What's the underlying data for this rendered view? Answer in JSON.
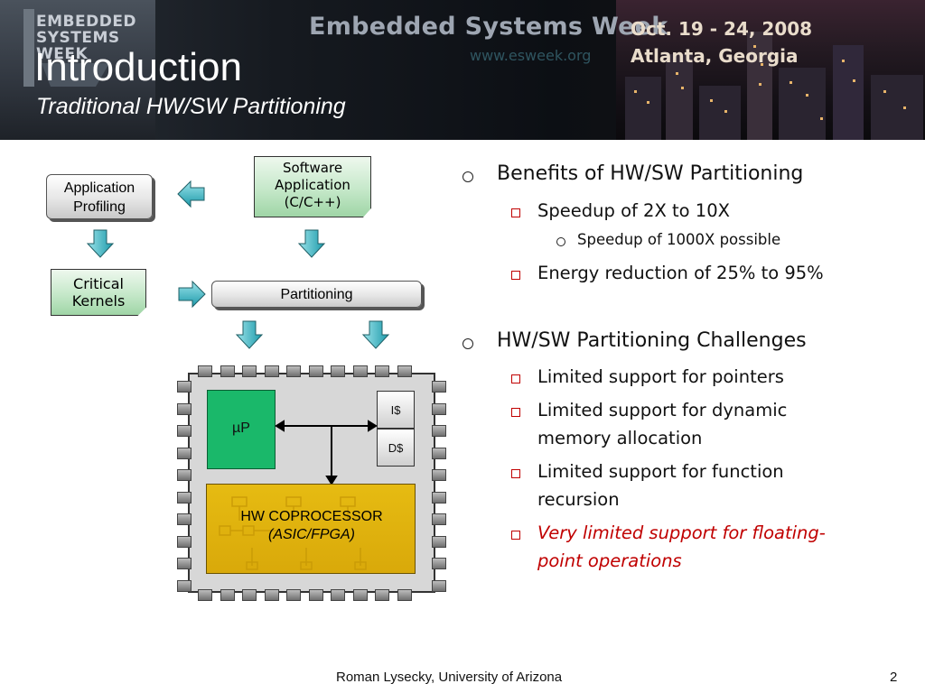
{
  "header": {
    "logo_lines": [
      "EMBEDDED",
      "SYSTEMS",
      "WEEK"
    ],
    "event_name": "Embedded Systems Week",
    "event_url": "www.esweek.org",
    "event_dates": "Oct. 19 - 24, 2008",
    "event_location": "Atlanta, Georgia",
    "title": "Introduction",
    "subtitle": "Traditional HW/SW Partitioning"
  },
  "diagram": {
    "software_app": [
      "Software",
      "Application",
      "(C/C++)"
    ],
    "app_profiling": [
      "Application",
      "Profiling"
    ],
    "critical_kernels": [
      "Critical",
      "Kernels"
    ],
    "partitioning": "Partitioning",
    "up": "µP",
    "icache": "I$",
    "dcache": "D$",
    "hw_coprocessor": "HW COPROCESSOR",
    "hw_type": "(ASIC/FPGA)"
  },
  "bullets": {
    "benefits": {
      "heading": "Benefits of HW/SW Partitioning",
      "items": [
        "Speedup of 2X to 10X",
        "Speedup of 1000X possible",
        "Energy reduction of 25% to 95%"
      ]
    },
    "challenges": {
      "heading": "HW/SW Partitioning Challenges",
      "items": [
        "Limited support for pointers",
        "Limited support for dynamic",
        "memory allocation",
        "Limited support for function",
        "recursion",
        "Very limited support for floating-",
        "point operations"
      ]
    }
  },
  "footer": {
    "author": "Roman Lysecky, University of Arizona",
    "page": "2"
  },
  "colors": {
    "accent_red": "#c00000",
    "green_node": "#c5e8c9",
    "arrow_teal": "#3bb7c4",
    "up_green": "#1ab86a",
    "hw_gold": "#e0b30e"
  }
}
